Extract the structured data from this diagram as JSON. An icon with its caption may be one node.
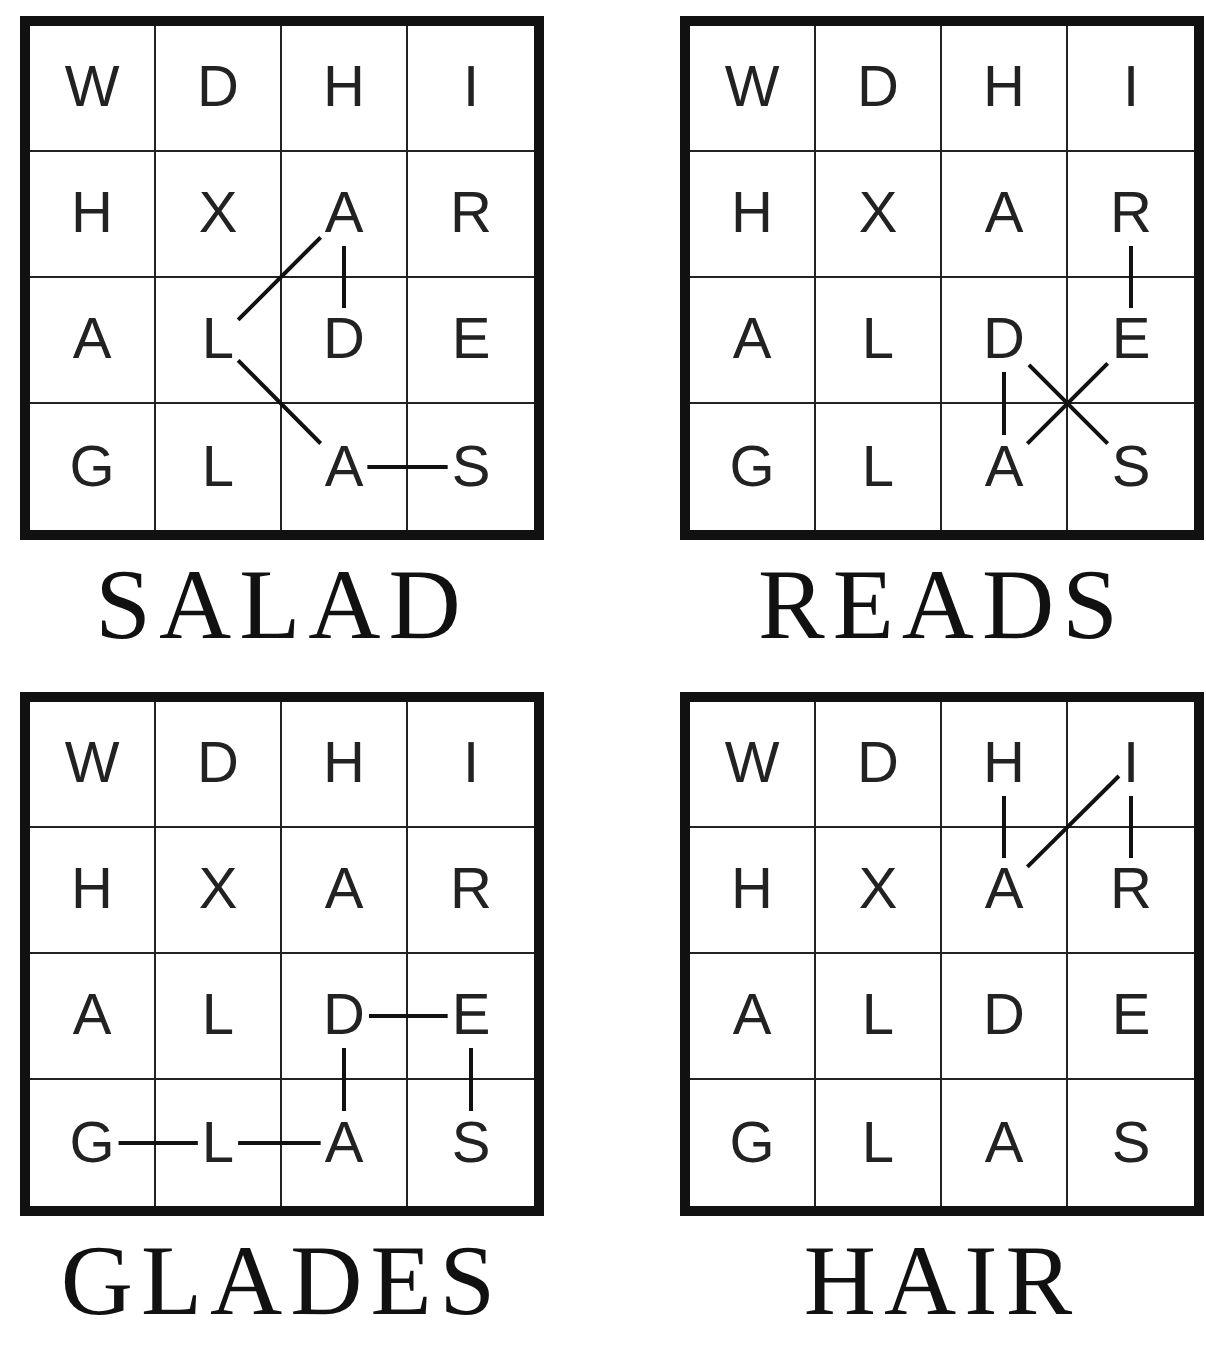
{
  "diagram": {
    "nodes": [
      {
        "text": [
          "SALAD"
        ]
      },
      {
        "text": [
          "W"
        ],
        "in": 0
      },
      {
        "text": [
          "D"
        ],
        "in": 0
      },
      {
        "text": [
          "H"
        ],
        "in": 0
      },
      {
        "text": [
          "I"
        ],
        "in": 0
      },
      {
        "text": [
          "H"
        ],
        "in": 0
      },
      {
        "text": [
          "X"
        ],
        "in": 0
      },
      {
        "text": [
          "A"
        ],
        "in": 0
      },
      {
        "text": [
          "R"
        ],
        "in": 0
      },
      {
        "text": [
          "A"
        ],
        "in": 0
      },
      {
        "text": [
          "L"
        ],
        "in": 0
      },
      {
        "text": [
          "D"
        ],
        "in": 0
      },
      {
        "text": [
          "E"
        ],
        "in": 0
      },
      {
        "text": [
          "G"
        ],
        "in": 0
      },
      {
        "text": [
          "L"
        ],
        "in": 0
      },
      {
        "text": [
          "A"
        ],
        "in": 0
      },
      {
        "text": [
          "S"
        ],
        "in": 0
      },
      {
        "text": [
          "READS"
        ]
      },
      {
        "text": [
          "W"
        ],
        "in": 17
      },
      {
        "text": [
          "D"
        ],
        "in": 17
      },
      {
        "text": [
          "H"
        ],
        "in": 17
      },
      {
        "text": [
          "I"
        ],
        "in": 17
      },
      {
        "text": [
          "H"
        ],
        "in": 17
      },
      {
        "text": [
          "X"
        ],
        "in": 17
      },
      {
        "text": [
          "A"
        ],
        "in": 17
      },
      {
        "text": [
          "R"
        ],
        "in": 17
      },
      {
        "text": [
          "A"
        ],
        "in": 17
      },
      {
        "text": [
          "L"
        ],
        "in": 17
      },
      {
        "text": [
          "D"
        ],
        "in": 17
      },
      {
        "text": [
          "E"
        ],
        "in": 17
      },
      {
        "text": [
          "G"
        ],
        "in": 17
      },
      {
        "text": [
          "L"
        ],
        "in": 17
      },
      {
        "text": [
          "A"
        ],
        "in": 17
      },
      {
        "text": [
          "S"
        ],
        "in": 17
      },
      {
        "text": [
          "GLADES"
        ]
      },
      {
        "text": [
          "W"
        ],
        "in": 34
      },
      {
        "text": [
          "D"
        ],
        "in": 34
      },
      {
        "text": [
          "H"
        ],
        "in": 34
      },
      {
        "text": [
          "I"
        ],
        "in": 34
      },
      {
        "text": [
          "H"
        ],
        "in": 34
      },
      {
        "text": [
          "X"
        ],
        "in": 34
      },
      {
        "text": [
          "A"
        ],
        "in": 34
      },
      {
        "text": [
          "R"
        ],
        "in": 34
      },
      {
        "text": [
          "A"
        ],
        "in": 34
      },
      {
        "text": [
          "L"
        ],
        "in": 34
      },
      {
        "text": [
          "D"
        ],
        "in": 34
      },
      {
        "text": [
          "E"
        ],
        "in": 34
      },
      {
        "text": [
          "G"
        ],
        "in": 34
      },
      {
        "text": [
          "L"
        ],
        "in": 34
      },
      {
        "text": [
          "A"
        ],
        "in": 34
      },
      {
        "text": [
          "S"
        ],
        "in": 34
      },
      {
        "text": [
          "HAIR"
        ]
      },
      {
        "text": [
          "W"
        ],
        "in": 51
      },
      {
        "text": [
          "D"
        ],
        "in": 51
      },
      {
        "text": [
          "H"
        ],
        "in": 51
      },
      {
        "text": [
          "I"
        ],
        "in": 51
      },
      {
        "text": [
          "H"
        ],
        "in": 51
      },
      {
        "text": [
          "X"
        ],
        "in": 51
      },
      {
        "text": [
          "A"
        ],
        "in": 51
      },
      {
        "text": [
          "R"
        ],
        "in": 51
      },
      {
        "text": [
          "A"
        ],
        "in": 51
      },
      {
        "text": [
          "L"
        ],
        "in": 51
      },
      {
        "text": [
          "D"
        ],
        "in": 51
      },
      {
        "text": [
          "E"
        ],
        "in": 51
      },
      {
        "text": [
          "G"
        ],
        "in": 51
      },
      {
        "text": [
          "L"
        ],
        "in": 51
      },
      {
        "text": [
          "A"
        ],
        "in": 51
      },
      {
        "text": [
          "S"
        ],
        "in": 51
      }
    ],
    "edges": [
      {
        "from": 16,
        "to": 15,
        "arrow": "none"
      },
      {
        "from": 15,
        "to": 10,
        "arrow": "none"
      },
      {
        "from": 10,
        "to": 7,
        "arrow": "none"
      },
      {
        "from": 7,
        "to": 11,
        "arrow": "none"
      },
      {
        "from": 25,
        "to": 29,
        "arrow": "none"
      },
      {
        "from": 29,
        "to": 32,
        "arrow": "none"
      },
      {
        "from": 32,
        "to": 28,
        "arrow": "none"
      },
      {
        "from": 28,
        "to": 33,
        "arrow": "none"
      },
      {
        "from": 47,
        "to": 48,
        "arrow": "none"
      },
      {
        "from": 48,
        "to": 49,
        "arrow": "none"
      },
      {
        "from": 49,
        "to": 45,
        "arrow": "none"
      },
      {
        "from": 45,
        "to": 46,
        "arrow": "none"
      },
      {
        "from": 46,
        "to": 50,
        "arrow": "none"
      },
      {
        "from": 54,
        "to": 58,
        "arrow": "none"
      },
      {
        "from": 58,
        "to": 55,
        "arrow": "none"
      },
      {
        "from": 55,
        "to": 59,
        "arrow": "none"
      }
    ]
  }
}
